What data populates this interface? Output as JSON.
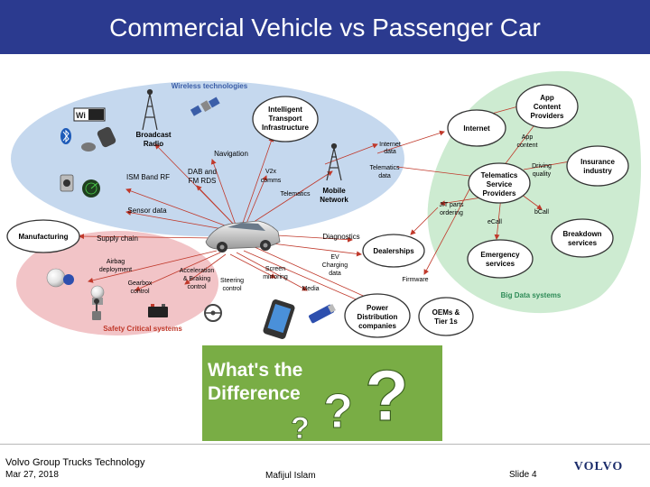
{
  "slide": {
    "title": "Commercial Vehicle vs Passenger Car"
  },
  "diagram": {
    "regions": {
      "wireless": "Wireless technologies",
      "safety": "Safety Critical systems",
      "big_data": "Big Data systems"
    },
    "labels": {
      "wifi": "Wi Fi",
      "broadcast_radio": [
        "Broadcast",
        "Radio"
      ],
      "its": [
        "Intelligent",
        "Transport",
        "Infrastructure"
      ],
      "navigation": "Navigation",
      "internet_data": [
        "Internet",
        "data"
      ],
      "ism_band_rf": "ISM Band RF",
      "dab_fm_rds": [
        "DAB and",
        "FM RDS"
      ],
      "v2x_comms": [
        "V2x",
        "comms"
      ],
      "telematics_data": [
        "Telematics",
        "data"
      ],
      "telematics": "Telematics",
      "mobile_network": [
        "Mobile",
        "Network"
      ],
      "sensor_data": "Sensor data",
      "supply_chain": "Supply chain",
      "diagnostics": "Diagnostics",
      "jit_parts": [
        "JIT parts",
        "ordering"
      ],
      "ecall": "eCall",
      "bcall": "bCall",
      "app_content_small": [
        "App",
        "content"
      ],
      "driving_quality": [
        "Driving",
        "quality"
      ],
      "airbag_deployment": [
        "Airbag",
        "deployment"
      ],
      "acceleration_braking": [
        "Acceleration",
        "& Braking",
        "control"
      ],
      "gearbox_control": [
        "Gearbox",
        "control"
      ],
      "steering_control": [
        "Steering",
        "control"
      ],
      "screen_mirroring": [
        "Screen",
        "mirroring"
      ],
      "ev_charging": [
        "EV",
        "Charging",
        "data"
      ],
      "media": "Media",
      "firmware": "Firmware"
    },
    "nodes": {
      "app_content_providers": [
        "App",
        "Content",
        "Providers"
      ],
      "internet": "Internet",
      "insurance_industry": [
        "Insurance",
        "industry"
      ],
      "telematics_service_providers": [
        "Telematics",
        "Service",
        "Providers"
      ],
      "manufacturing": "Manufacturing",
      "dealerships": "Dealerships",
      "breakdown_services": [
        "Breakdown",
        "services"
      ],
      "emergency_services": [
        "Emergency",
        "services"
      ],
      "power_distribution": [
        "Power",
        "Distribution",
        "companies"
      ],
      "oems_tier1s": [
        "OEMs &",
        "Tier 1s"
      ]
    },
    "difference_graphic": {
      "line1": "What's the",
      "line2": "Difference"
    }
  },
  "footer": {
    "organization": "Volvo Group Trucks Technology",
    "date": "Mar 27, 2018",
    "author": "Mafijul Islam",
    "slide_number": "Slide 4",
    "logo_text": "VOLVO"
  },
  "colors": {
    "title_bar": "#2b3a8f",
    "wireless_region": "#c5d8ee",
    "safety_region": "#f2c4c7",
    "big_data_region": "#cdebd1",
    "difference_bg": "#79ad45",
    "node_stroke": "#333333"
  }
}
